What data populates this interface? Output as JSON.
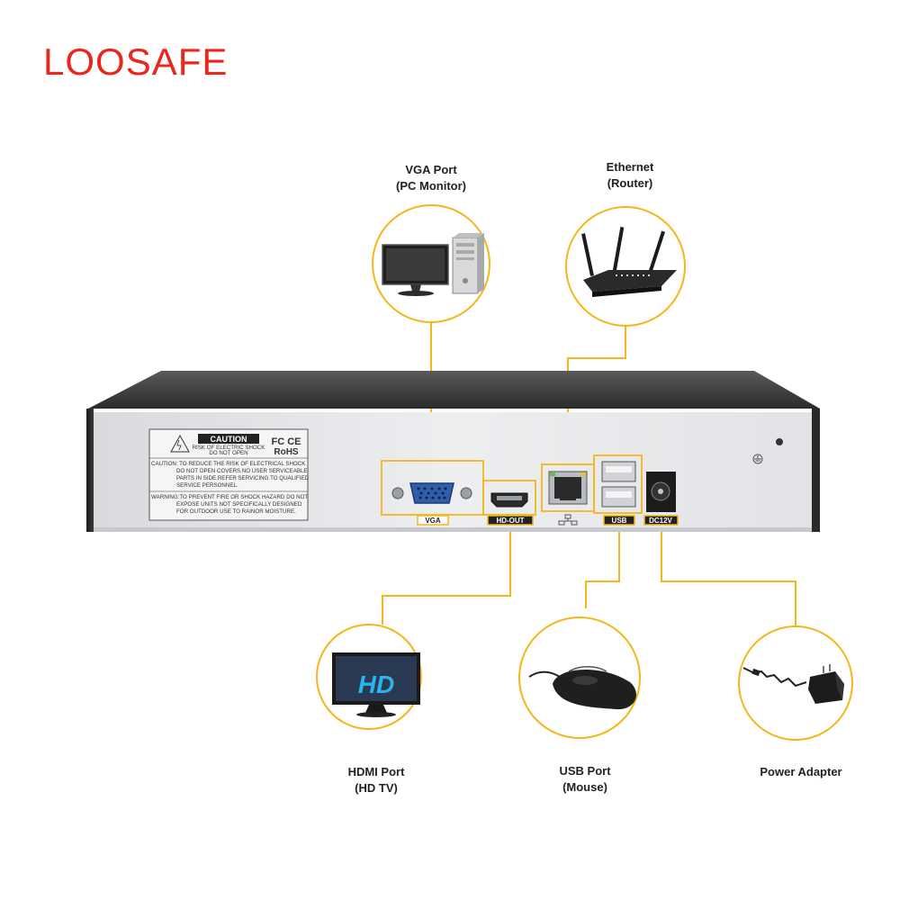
{
  "brand": {
    "name": "LOOSAFE",
    "color": "#e8271f"
  },
  "accent_color": "#f5b61a",
  "callouts": {
    "vga": {
      "line1": "VGA Port",
      "line2": "(PC Monitor)",
      "icon": "pc-monitor-icon"
    },
    "ethernet": {
      "line1": "Ethernet",
      "line2": "(Router)",
      "icon": "router-icon"
    },
    "hdmi": {
      "line1": "HDMI Port",
      "line2": "(HD TV)",
      "icon": "hd-tv-icon",
      "screen_text": "HD"
    },
    "usb": {
      "line1": "USB Port",
      "line2": "(Mouse)",
      "icon": "mouse-icon"
    },
    "power": {
      "line1": "Power Adapter",
      "line2": "",
      "icon": "power-adapter-icon"
    }
  },
  "device": {
    "port_labels": {
      "vga": "VGA",
      "hdmi": "HD-OUT",
      "usb": "USB",
      "dc": "DC12V"
    },
    "caution": {
      "title": "CAUTION",
      "subtitle1": "RISK OF ELECTRIC SHOCK",
      "subtitle2": "DO NOT OPEN",
      "certs1": "FC CE",
      "certs2": "RoHS",
      "lines": [
        "CAUTION: TO REDUCE THE RISK OF ELECTRICAL SHOCK",
        "DO NOT OPEN COVERS.NO USER SERVICEABLE",
        "PARTS IN SIDE.REFER SERVICING TO QUALIFIED",
        "SERVICE PERSONNEL.",
        "WARNING:TO PREVENT FIRE OR SHOCK HAZARD DO NOT",
        "EXPOSE UNITS NOT SPECIFICALLY DESIGNED",
        "FOR OUTDOOR USE TO RAINOR MOISTURE."
      ]
    }
  }
}
